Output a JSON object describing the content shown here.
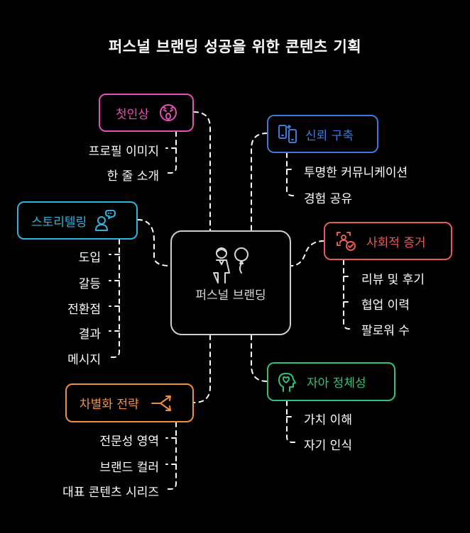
{
  "title": "퍼스널 브랜딩 성공을 위한 콘텐츠 기획",
  "center": {
    "label": "퍼스널 브랜딩",
    "icon": "person-balloon-icon"
  },
  "colors": {
    "pink": "#e64fb6",
    "blue": "#3d7bd9",
    "cyan": "#2fb3e0",
    "red": "#e85a5a",
    "orange": "#f0903c",
    "green": "#2fc27c",
    "line": "#ffffff",
    "center_border": "#cfcfcf"
  },
  "branches": {
    "first_impression": {
      "label": "첫인상",
      "icon": "surprised-face-icon",
      "items": [
        "프로필 이미지",
        "한 줄 소개"
      ]
    },
    "trust": {
      "label": "신뢰 구축",
      "icon": "phone-sync-icon",
      "items": [
        "투명한 커뮤니케이션",
        "경험 공유"
      ]
    },
    "storytelling": {
      "label": "스토리텔링",
      "icon": "speaking-person-icon",
      "items": [
        "도입",
        "갈등",
        "전환점",
        "결과",
        "메시지"
      ]
    },
    "social_proof": {
      "label": "사회적 증거",
      "icon": "verified-user-icon",
      "items": [
        "리뷰 및 후기",
        "협업 이력",
        "팔로워 수"
      ]
    },
    "identity": {
      "label": "자아 정체성",
      "icon": "head-heart-icon",
      "items": [
        "가치 이해",
        "자기 인식"
      ]
    },
    "differentiation": {
      "label": "차별화 전략",
      "icon": "diverge-arrows-icon",
      "items": [
        "전문성 영역",
        "브랜드 컬러",
        "대표 콘텐츠 시리즈"
      ]
    }
  }
}
